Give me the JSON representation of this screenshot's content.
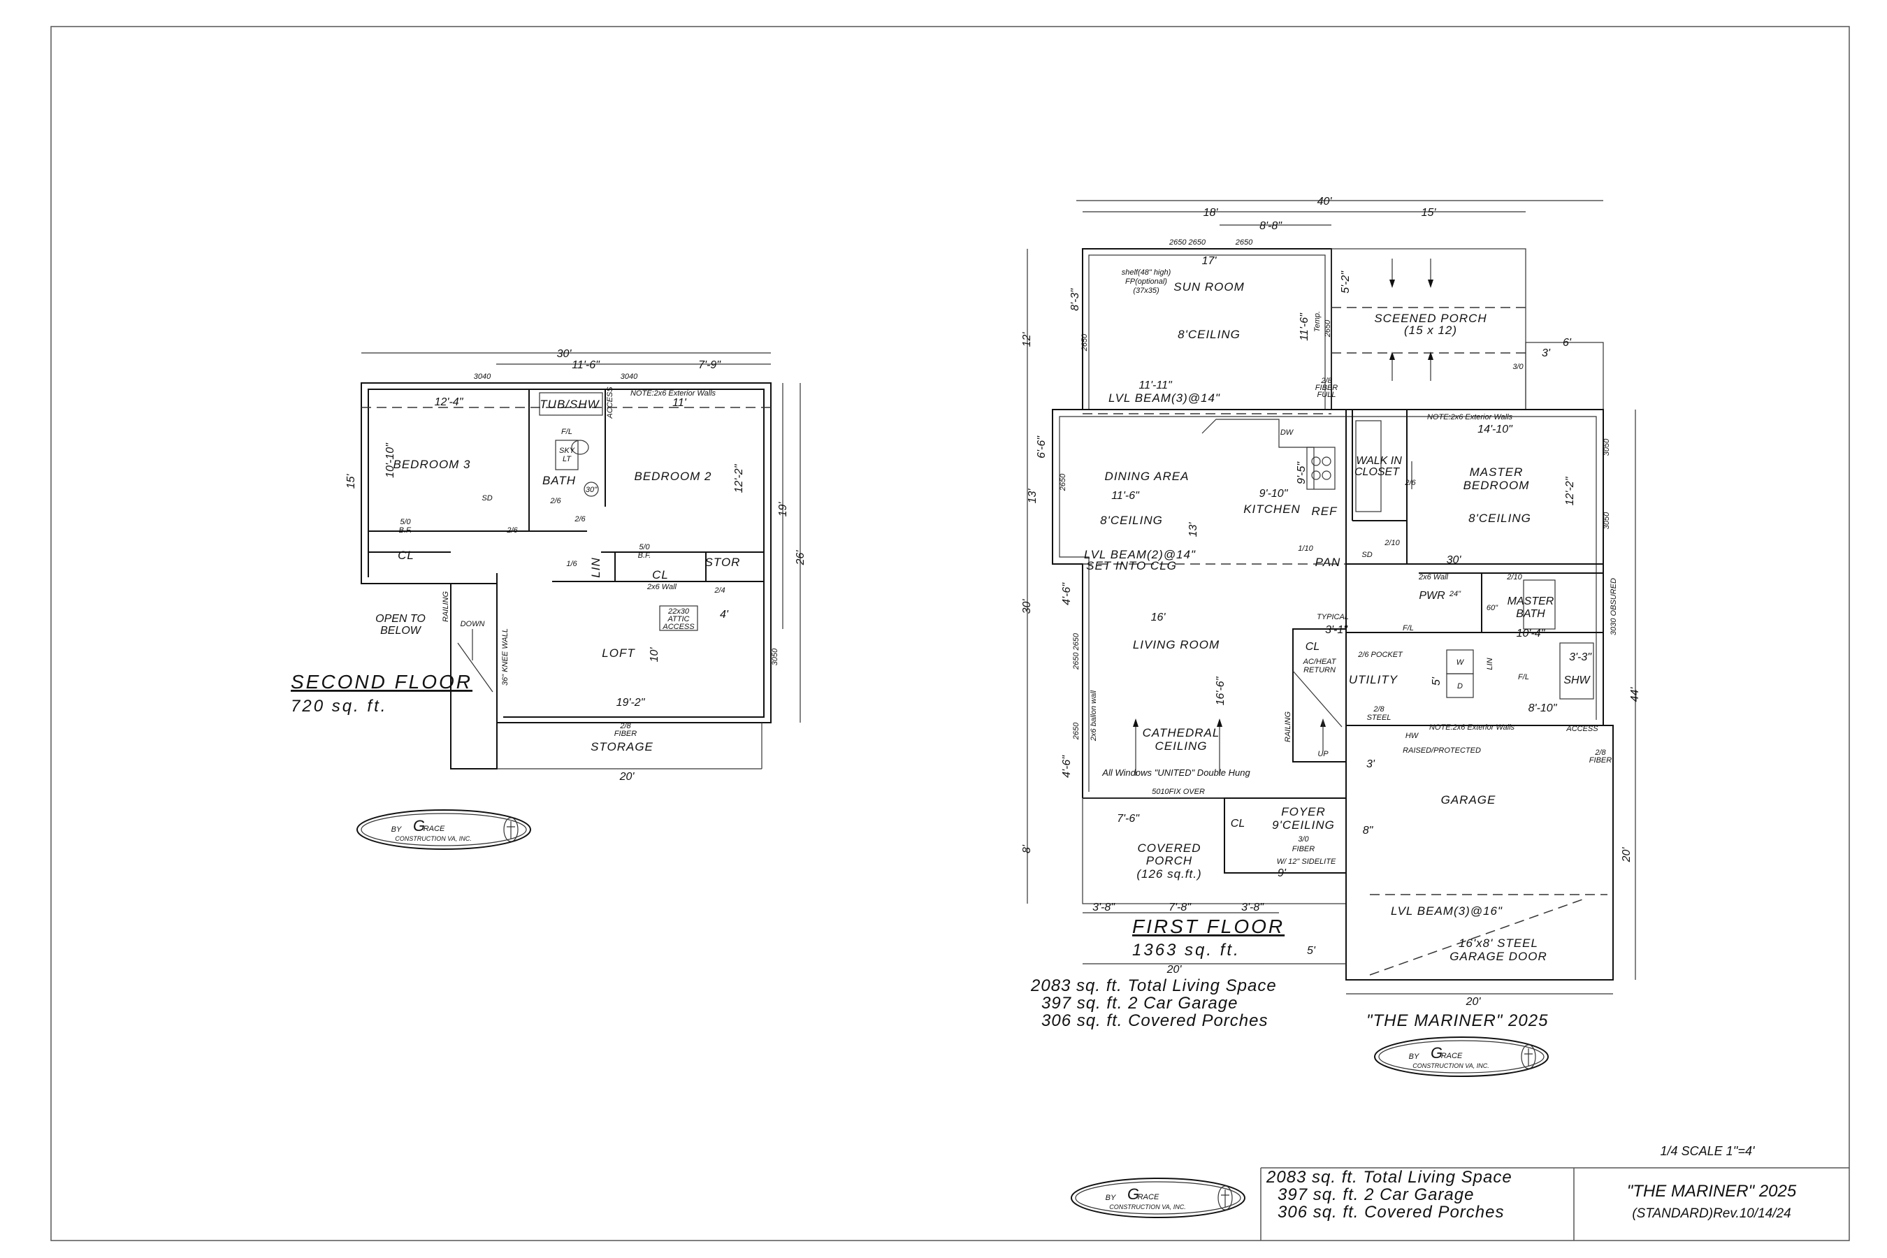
{
  "second_floor": {
    "title": "SECOND FLOOR",
    "area": "720 sq. ft.",
    "rooms": {
      "bedroom3": "BEDROOM 3",
      "bedroom2": "BEDROOM 2",
      "bath": "BATH",
      "tub": "TUB/SHW",
      "access": "ACCESS",
      "note": "NOTE:2x6 Exterior Walls",
      "cl1": "CL",
      "cl2": "CL",
      "stor": "STOR",
      "lin": "LIN",
      "wall": "2x6 Wall",
      "attic1": "22x30",
      "attic2": "ATTIC",
      "attic3": "ACCESS",
      "loft": "LOFT",
      "open1": "OPEN TO",
      "open2": "BELOW",
      "railing": "RAILING",
      "down": "DOWN",
      "knee": "36\" KNEE WALL",
      "storage": "STORAGE",
      "fiber1": "2/8",
      "fiber2": "FIBER",
      "fl": "F/L",
      "sky1": "SKY",
      "sky2": "LT",
      "sink": "30\"",
      "bf1a": "5/0",
      "bf1b": "B.F.",
      "bf2a": "5/0",
      "bf2b": "B.F.",
      "door1": "2/6",
      "door2": "2/6",
      "door3": "2/6",
      "door4": "1/6",
      "door5": "2/4",
      "sd": "SD"
    },
    "dims": {
      "d30": "30'",
      "d116": "11'-6\"",
      "d79": "7'-9\"",
      "d124": "12'-4\"",
      "d11": "11'",
      "d1010": "10'-10\"",
      "d122": "12'-2\"",
      "d19": "19'",
      "d26": "26'",
      "d15": "15'",
      "d4": "4'",
      "d10": "10'",
      "d192": "19'-2\"",
      "d20": "20'",
      "w1": "3040",
      "w2": "3040",
      "w3": "3050"
    }
  },
  "first_floor": {
    "title": "FIRST FLOOR",
    "area": "1363 sq. ft.",
    "rooms": {
      "sun": "SUN ROOM",
      "shelf": "shelf(48\" high)",
      "fp": "FP(optional)",
      "fpsize": "(37x35)",
      "sunceil": "8'CEILING",
      "porch1": "SCEENED PORCH",
      "porch2": "(15 x 12)",
      "beam1": "LVL BEAM(3)@14\"",
      "temp": "Temp.",
      "d30door": "3/0",
      "fib1": "2/8",
      "fib2": "FIBER",
      "fib3": "FULL",
      "dining": "DINING AREA",
      "dinceil": "8'CEILING",
      "beam2a": "LVL BEAM(2)@14\"",
      "beam2b": "SET INTO CLG",
      "dw": "DW",
      "kitchen": "KITCHEN",
      "ref": "REF",
      "pan": "PAN",
      "d110": "1/10",
      "wic1": "WALK IN",
      "wic2": "CLOSET",
      "d26a": "2/6",
      "master1": "MASTER",
      "master2": "BEDROOM",
      "mceil": "8'CEILING",
      "note": "NOTE:2x6 Exterior Walls",
      "d210": "2/10",
      "pwr": "PWR",
      "t24": "24\"",
      "t60": "60\"",
      "mbath1": "MASTER",
      "mbath2": "BATH",
      "wall2": "2x6 Wall",
      "d210b": "2/10",
      "typical": "TYPICAL",
      "cl": "CL",
      "pocket": "2/6 POCKET",
      "ac1": "AC/HEAT",
      "ac2": "RETURN",
      "utility": "UTILITY",
      "w": "W",
      "dry": "D",
      "lin": "LIN",
      "shw": "SHW",
      "fl1": "F/L",
      "fl2": "F/L",
      "steel1": "2/8",
      "steel2": "STEEL",
      "railing": "RAILING",
      "up": "UP",
      "hw": "HW",
      "note2": "NOTE:2x6 Exterior Walls",
      "raised": "RAISED/PROTECTED",
      "access": "ACCESS",
      "gfib1": "2/8",
      "gfib2": "FIBER",
      "garage": "GARAGE",
      "beam3": "LVL BEAM(3)@16\"",
      "gdoor1": "16'x8' STEEL",
      "gdoor2": "GARAGE DOOR",
      "living": "LIVING ROOM",
      "balloon": "2x6 ballon wall",
      "cath1": "CATHEDRAL",
      "cath2": "CEILING",
      "windows": "All Windows \"UNITED\" Double Hung",
      "fix": "5010FIX OVER",
      "cporch1": "COVERED",
      "cporch2": "PORCH",
      "cporch3": "(126 sq.ft.)",
      "fcl": "CL",
      "foyer1": "FOYER",
      "foyer2": "9'CEILING",
      "fd1": "3/0",
      "fd2": "FIBER",
      "side": "W/ 12\" SIDELITE",
      "obs": "3030 OBSURED",
      "sd": "SD"
    },
    "dims": {
      "d40": "40'",
      "d18": "18'",
      "d15": "15'",
      "d88": "8'-8\"",
      "w1": "2650 2650",
      "w2": "2650",
      "d17": "17'",
      "d83": "8'-3\"",
      "d12": "12'",
      "d116": "11'-6\"",
      "d52": "5'-2\"",
      "d6": "6'",
      "d3": "3'",
      "d1111": "11'-11\"",
      "d66": "6'-6\"",
      "d13a": "13'",
      "d13b": "13'",
      "d116b": "11'-6\"",
      "d910": "9'-10\"",
      "d95": "9'-5\"",
      "d1410": "14'-10\"",
      "d122": "12'-2\"",
      "d30": "30'",
      "d104": "10'-4\"",
      "d31": "3'-1\"",
      "d33": "3'-3\"",
      "d5": "5'",
      "d810": "8'-10\"",
      "d3b": "3'",
      "d16": "16'",
      "d166": "16'-6\"",
      "d30v": "30'",
      "d46a": "4'-6\"",
      "d46b": "4'-6\"",
      "d44": "44'",
      "d20v": "20'",
      "d8": "8'",
      "d75": "7'-6\"",
      "d9": "9'",
      "d8in": "8\"",
      "d38a": "3'-8\"",
      "d78": "7'-8\"",
      "d38b": "3'-8\"",
      "d5b": "5'",
      "d20a": "20'",
      "d20b": "20'",
      "w3": "2650 2650",
      "w4": "2650",
      "w5": "2650",
      "w6": "2650",
      "w7": "2650",
      "w8": "3050",
      "w9": "3050"
    }
  },
  "summary": {
    "total": "2083 sq. ft. Total Living Space",
    "garage": "397 sq. ft. 2 Car Garage",
    "porches": "306 sq. ft. Covered Porches",
    "plan": "\"THE MARINER\" 2025"
  },
  "title_block": {
    "scale": "1/4 SCALE 1''=4'",
    "total": "2083 sq. ft. Total Living Space",
    "garage": "397 sq. ft. 2 Car Garage",
    "porches": "306 sq. ft. Covered Porches",
    "plan": "\"THE MARINER\" 2025",
    "rev": "(STANDARD)Rev.10/14/24"
  },
  "logo": {
    "by": "BY",
    "g": "G",
    "race": "RACE",
    "company": "CONSTRUCTION VA, INC."
  }
}
